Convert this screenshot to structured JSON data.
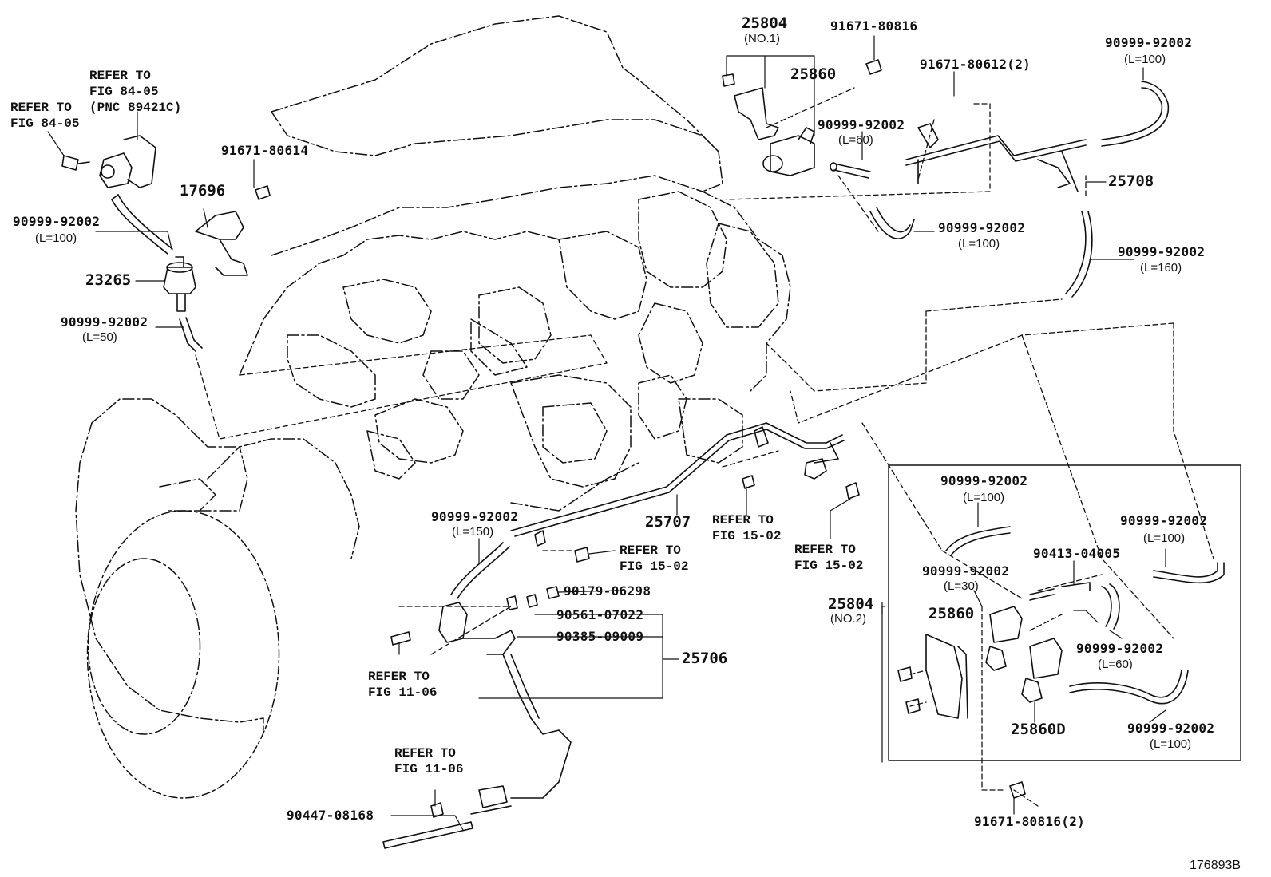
{
  "diagram_number": "176893B",
  "part_labels": {
    "p25804_no1": "25804",
    "p25804_no1_sub": "(NO.1)",
    "p91671_80816": "91671-80816",
    "p25860_top": "25860",
    "p91671_80612": "91671-80612(2)",
    "p90999_tr": "90999-92002",
    "p90999_tr_sub": "(L=100)",
    "p90999_l60": "90999-92002",
    "p90999_l60_sub": "(L=60)",
    "p25708": "25708",
    "p90999_l100_mid": "90999-92002",
    "p90999_l100_mid_sub": "(L=100)",
    "p90999_l160": "90999-92002",
    "p90999_l160_sub": "(L=160)",
    "p91671_80614": "91671-80614",
    "p17696": "17696",
    "p90999_left100": "90999-92002",
    "p90999_left100_sub": "(L=100)",
    "p23265": "23265",
    "p90999_l50": "90999-92002",
    "p90999_l50_sub": "(L=50)",
    "p90999_l150": "90999-92002",
    "p90999_l150_sub": "(L=150)",
    "p25707": "25707",
    "p90179": "90179-06298",
    "p90561": "90561-07022",
    "p90385": "90385-09009",
    "p25706": "25706",
    "p90447": "90447-08168",
    "p25804_no2": "25804",
    "p25804_no2_sub": "(NO.2)",
    "p90999_box100a": "90999-92002",
    "p90999_box100a_sub": "(L=100)",
    "p90413": "90413-04005",
    "p90999_box30": "90999-92002",
    "p90999_box30_sub": "(L=30)",
    "p25860_box": "25860",
    "p90999_box100r": "90999-92002",
    "p90999_box100r_sub": "(L=100)",
    "p90999_box60": "90999-92002",
    "p90999_box60_sub": "(L=60)",
    "p90999_box100b": "90999-92002",
    "p90999_box100b_sub": "(L=100)",
    "p25860d": "25860D",
    "p91671_80816_2": "91671-80816(2)"
  },
  "refer_labels": {
    "ref_top_1": "REFER TO",
    "ref_top_2": "FIG 84-05",
    "ref_top_3": "(PNC 89421C)",
    "ref_left_1": "REFER TO",
    "ref_left_2": "FIG 84-05",
    "ref_15a_1": "REFER TO",
    "ref_15a_2": "FIG 15-02",
    "ref_15b_1": "REFER TO",
    "ref_15b_2": "FIG 15-02",
    "ref_15c_1": "REFER TO",
    "ref_15c_2": "FIG 15-02",
    "ref_11a_1": "REFER TO",
    "ref_11a_2": "FIG 11-06",
    "ref_11b_1": "REFER TO",
    "ref_11b_2": "FIG 11-06"
  }
}
